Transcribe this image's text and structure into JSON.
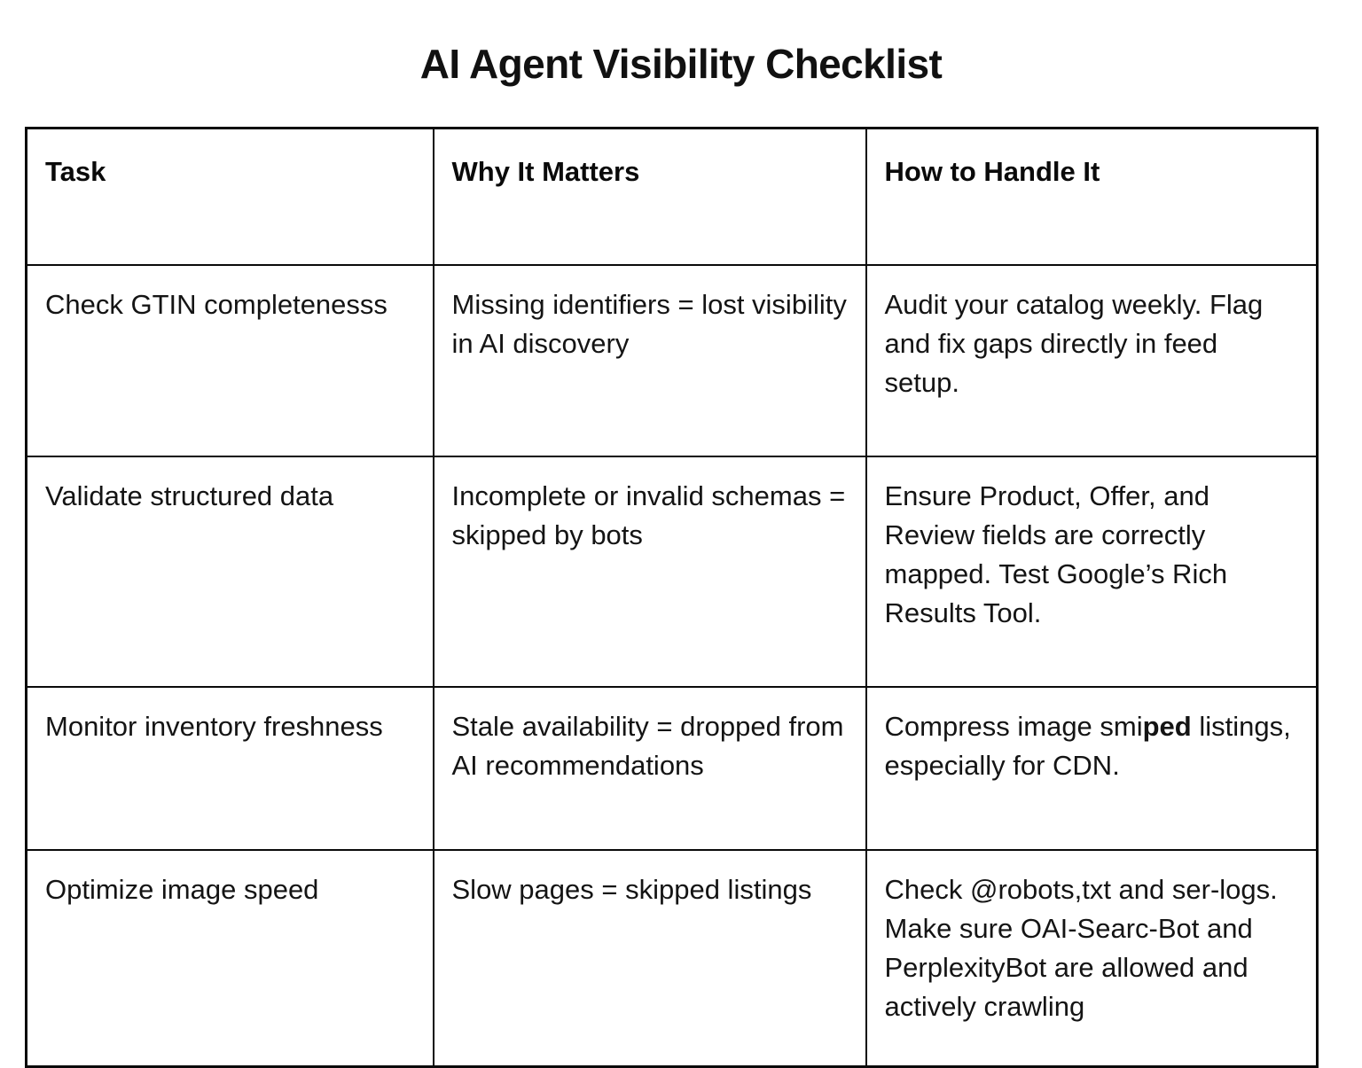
{
  "title": "AI Agent Visibility Checklist",
  "table": {
    "columns": [
      "Task",
      "Why It Matters",
      "How to Handle It"
    ],
    "rows": [
      {
        "task": "Check GTIN completenesss",
        "why": "Missing identifiers = lost visibility in AI discovery",
        "how": "Audit your catalog weekly. Flag and fix gaps directly in feed setup.",
        "how_prefix": null,
        "how_bold": null,
        "how_suffix": null
      },
      {
        "task": "Validate structured data",
        "why": "Incomplete or invalid schemas = skipped by bots",
        "how": "Ensure Product, Offer, and Review fields are correctly mapped. Test Google’s Rich Results Tool.",
        "how_prefix": null,
        "how_bold": null,
        "how_suffix": null
      },
      {
        "task": "Monitor inventory freshness",
        "why": "Stale availability = dropped from AI recommendations",
        "how": "Compress image smiped listings, especially for CDN.",
        "how_prefix": "Compress image smi",
        "how_bold": "ped",
        "how_suffix": " listings, especially for CDN."
      },
      {
        "task": "Optimize image speed",
        "why": "Slow pages = skipped listings",
        "how": "Check @robots,txt and ser-logs. Make sure OAI-Searc-Bot and PerplexityBot are allowed and actively crawling",
        "how_prefix": null,
        "how_bold": null,
        "how_suffix": null
      }
    ]
  },
  "colors": {
    "border": "#0a0a0a",
    "text": "#141414",
    "background": "#ffffff"
  }
}
